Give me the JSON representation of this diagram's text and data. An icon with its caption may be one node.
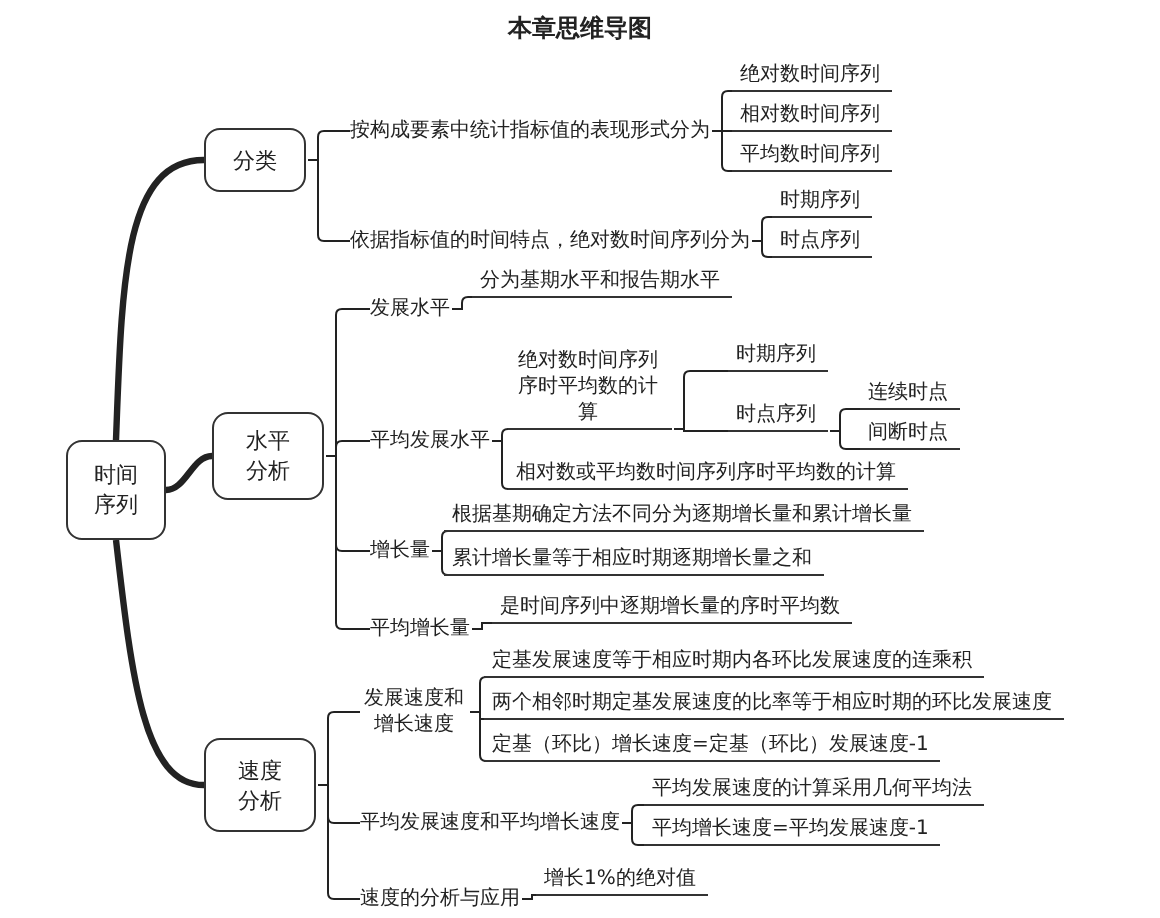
{
  "diagram": {
    "title": "本章思维导图",
    "nodes": [
      {
        "text": [
          "时间序列"
        ]
      },
      {
        "text": [
          "分类"
        ]
      },
      {
        "text": [
          "水平分析"
        ]
      },
      {
        "text": [
          "速度分析"
        ]
      },
      {
        "text": [
          "按构成要素中统计指标值的表现形式分为"
        ]
      },
      {
        "text": [
          "绝对数时间序列"
        ]
      },
      {
        "text": [
          "相对数时间序列"
        ]
      },
      {
        "text": [
          "平均数时间序列"
        ]
      },
      {
        "text": [
          "依据指标值的时间特点，绝对数时间序列分为"
        ]
      },
      {
        "text": [
          "时期序列"
        ]
      },
      {
        "text": [
          "时点序列"
        ]
      },
      {
        "text": [
          "发展水平"
        ]
      },
      {
        "text": [
          "分为基期水平和报告期水平"
        ]
      },
      {
        "text": [
          "平均发展水平"
        ]
      },
      {
        "text": [
          "绝对数时间序列序时平均数的计算"
        ]
      },
      {
        "text": [
          "时期序列"
        ]
      },
      {
        "text": [
          "时点序列"
        ]
      },
      {
        "text": [
          "连续时点"
        ]
      },
      {
        "text": [
          "间断时点"
        ]
      },
      {
        "text": [
          "相对数或平均数时间序列序时平均数的计算"
        ]
      },
      {
        "text": [
          "增长量"
        ]
      },
      {
        "text": [
          "根据基期确定方法不同分为逐期增长量和累计增长量"
        ]
      },
      {
        "text": [
          "累计增长量等于相应时期逐期增长量之和"
        ]
      },
      {
        "text": [
          "平均增长量"
        ]
      },
      {
        "text": [
          "是时间序列中逐期增长量的序时平均数"
        ]
      },
      {
        "text": [
          "发展速度和增长速度"
        ]
      },
      {
        "text": [
          "定基发展速度等于相应时期内各环比发展速度的连乘积"
        ]
      },
      {
        "text": [
          "两个相邻时期定基发展速度的比率等于相应时期的环比发展速度"
        ]
      },
      {
        "text": [
          "定基（环比）增长速度=定基（环比）发展速度-1"
        ]
      },
      {
        "text": [
          "平均发展速度和平均增长速度"
        ]
      },
      {
        "text": [
          "平均发展速度的计算采用几何平均法"
        ]
      },
      {
        "text": [
          "平均增长速度=平均发展速度-1"
        ]
      },
      {
        "text": [
          "速度的分析与应用"
        ]
      },
      {
        "text": [
          "增长1%的绝对值"
        ]
      }
    ],
    "edges": [
      {
        "from": 0,
        "to": 1,
        "arrow": "none",
        "style": "thick"
      },
      {
        "from": 0,
        "to": 2,
        "arrow": "none",
        "style": "thick"
      },
      {
        "from": 0,
        "to": 3,
        "arrow": "none",
        "style": "thick"
      },
      {
        "from": 1,
        "to": 4,
        "arrow": "none"
      },
      {
        "from": 1,
        "to": 8,
        "arrow": "none"
      },
      {
        "from": 4,
        "to": 5,
        "arrow": "none"
      },
      {
        "from": 4,
        "to": 6,
        "arrow": "none"
      },
      {
        "from": 4,
        "to": 7,
        "arrow": "none"
      },
      {
        "from": 8,
        "to": 9,
        "arrow": "none"
      },
      {
        "from": 8,
        "to": 10,
        "arrow": "none"
      },
      {
        "from": 2,
        "to": 11,
        "arrow": "none"
      },
      {
        "from": 2,
        "to": 13,
        "arrow": "none"
      },
      {
        "from": 2,
        "to": 20,
        "arrow": "none"
      },
      {
        "from": 2,
        "to": 23,
        "arrow": "none"
      },
      {
        "from": 11,
        "to": 12,
        "arrow": "none"
      },
      {
        "from": 13,
        "to": 14,
        "arrow": "none"
      },
      {
        "from": 13,
        "to": 19,
        "arrow": "none"
      },
      {
        "from": 14,
        "to": 15,
        "arrow": "none"
      },
      {
        "from": 14,
        "to": 16,
        "arrow": "none"
      },
      {
        "from": 16,
        "to": 17,
        "arrow": "none"
      },
      {
        "from": 16,
        "to": 18,
        "arrow": "none"
      },
      {
        "from": 20,
        "to": 21,
        "arrow": "none"
      },
      {
        "from": 20,
        "to": 22,
        "arrow": "none"
      },
      {
        "from": 23,
        "to": 24,
        "arrow": "none"
      },
      {
        "from": 3,
        "to": 25,
        "arrow": "none"
      },
      {
        "from": 3,
        "to": 29,
        "arrow": "none"
      },
      {
        "from": 3,
        "to": 32,
        "arrow": "none"
      },
      {
        "from": 25,
        "to": 26,
        "arrow": "none"
      },
      {
        "from": 25,
        "to": 27,
        "arrow": "none"
      },
      {
        "from": 25,
        "to": 28,
        "arrow": "none"
      },
      {
        "from": 29,
        "to": 30,
        "arrow": "none"
      },
      {
        "from": 29,
        "to": 31,
        "arrow": "none"
      },
      {
        "from": 32,
        "to": 33,
        "arrow": "none"
      }
    ]
  }
}
